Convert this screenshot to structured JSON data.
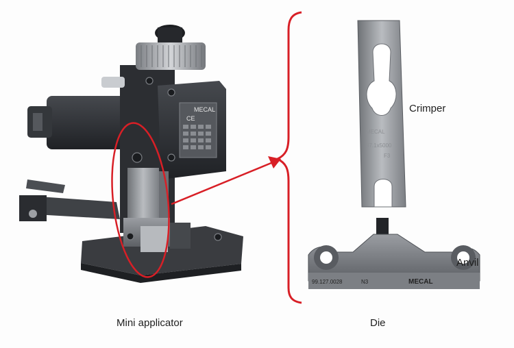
{
  "labels": {
    "mini_applicator": "Mini applicator",
    "die": "Die",
    "crimper": "Crimper",
    "anvil": "Anvil"
  },
  "markings": {
    "brand": "MECAL",
    "ce_mark": "CE",
    "crimper_code": "37.1x5000",
    "crimper_sub": "F3",
    "anvil_code": "99.127.0028",
    "anvil_sub": "N3"
  },
  "colors": {
    "accent_red": "#d81f26",
    "machine_dark": "#2b2d31",
    "steel": "#8e9196"
  }
}
